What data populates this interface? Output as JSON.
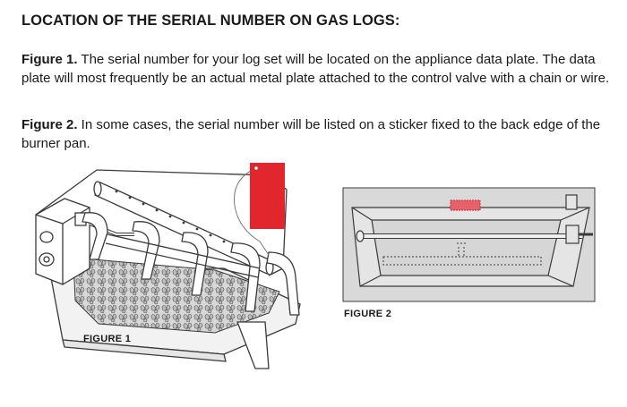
{
  "document": {
    "heading": "LOCATION OF THE SERIAL NUMBER ON GAS LOGS:",
    "paragraphs": [
      {
        "lead": "Figure 1.",
        "text": " The serial number for your log set will be located on the appliance data plate. The data plate will most frequently be an actual metal plate attached to the control valve with a chain or wire."
      },
      {
        "lead": "Figure 2.",
        "text": " In some cases, the serial number will be listed on a sticker fixed to the back edge of the burner pan."
      }
    ]
  },
  "figures": {
    "figure1": {
      "label": "FIGURE 1"
    },
    "figure2": {
      "label": "FIGURE 2"
    }
  },
  "colors": {
    "accent_red": "#e2262e",
    "sticker_red": "#e8606a",
    "panel_gray": "#d9d9d9",
    "outline": "#3a3a3a"
  }
}
